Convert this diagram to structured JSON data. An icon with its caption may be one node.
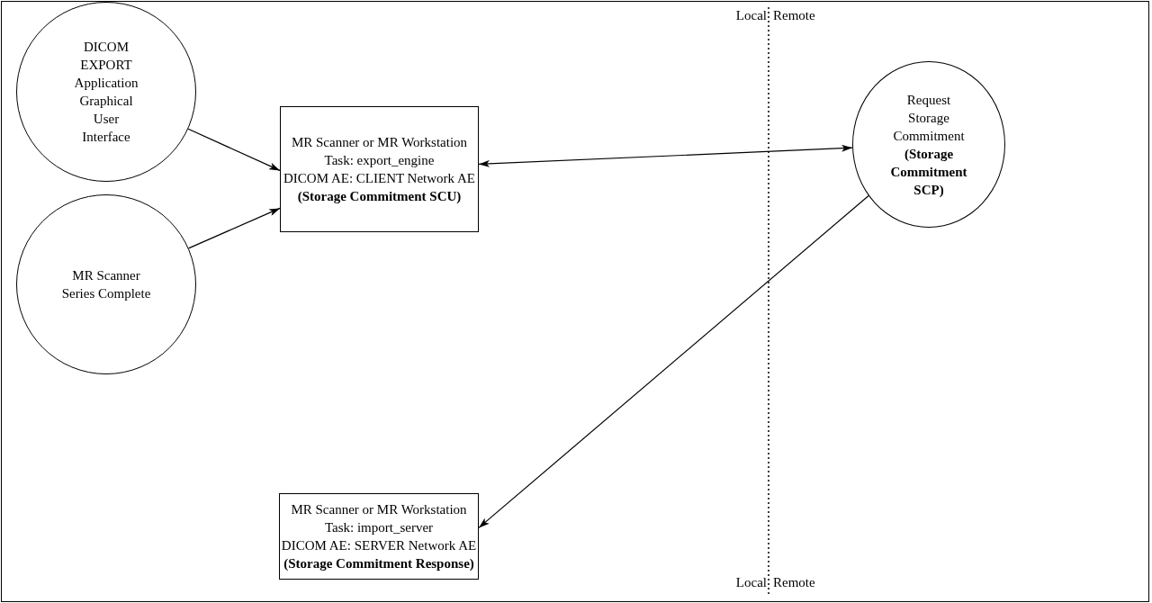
{
  "diagram": {
    "nodes": [
      {
        "text": [
          "DICOM EXPORT Application Graphical User Interface"
        ]
      },
      {
        "text": [
          "MR Scanner Series Complete"
        ]
      },
      {
        "text": [
          "MR Scanner or MR Workstation",
          "Task: export_engine",
          "DICOM AE: CLIENT Network AE",
          "(Storage Commitment SCU)"
        ]
      },
      {
        "text": [
          "Request Storage Commitment",
          "(Storage Commitment SCP)"
        ]
      },
      {
        "text": [
          "MR Scanner or MR Workstation",
          "Task: import_server",
          "DICOM AE: SERVER Network AE",
          "(Storage Commitment Response)"
        ]
      }
    ],
    "edges": [
      {
        "from": 0,
        "to": 2,
        "arrow": "to"
      },
      {
        "from": 1,
        "to": 2,
        "arrow": "to"
      },
      {
        "from": 2,
        "to": 3,
        "arrow": "both"
      },
      {
        "from": 3,
        "to": 4,
        "arrow": "to"
      }
    ],
    "labels": [
      "Local",
      "Remote",
      "Local",
      "Remote"
    ]
  }
}
